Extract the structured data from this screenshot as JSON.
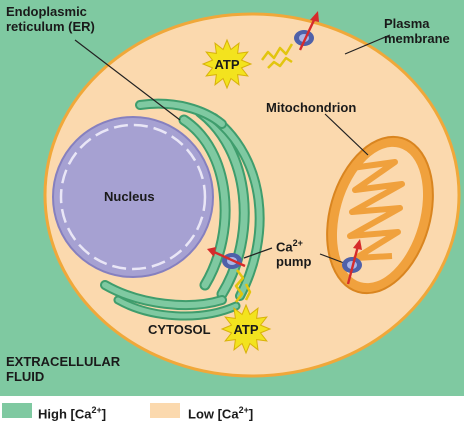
{
  "labels": {
    "er": [
      "Endoplasmic",
      "reticulum (ER)"
    ],
    "plasma_membrane": [
      "Plasma",
      "membrane"
    ],
    "mitochondrion": "Mitochondrion",
    "nucleus": "Nucleus",
    "ca_pump": {
      "ca": "Ca",
      "sup": "2+",
      "pump": "pump"
    },
    "cytosol": "CYTOSOL",
    "atp": "ATP",
    "extracellular": [
      "EXTRACELLULAR",
      "FLUID"
    ]
  },
  "legend": [
    {
      "text": "High [Ca",
      "sup": "2+",
      "close": "]",
      "color": "#7fc9a1"
    },
    {
      "text": "Low [Ca",
      "sup": "2+",
      "close": "]",
      "color": "#fbd9ae"
    }
  ],
  "colors": {
    "extracellular": "#7fc9a1",
    "cytosol": "#fbd9ae",
    "er": "#7fc9a1",
    "nucleus": "#a6a1d2",
    "mitochondrion": "#f0a13d",
    "atp": "#f3e31e",
    "arrow": "#d62b2b",
    "pump": "#4f61a9"
  }
}
